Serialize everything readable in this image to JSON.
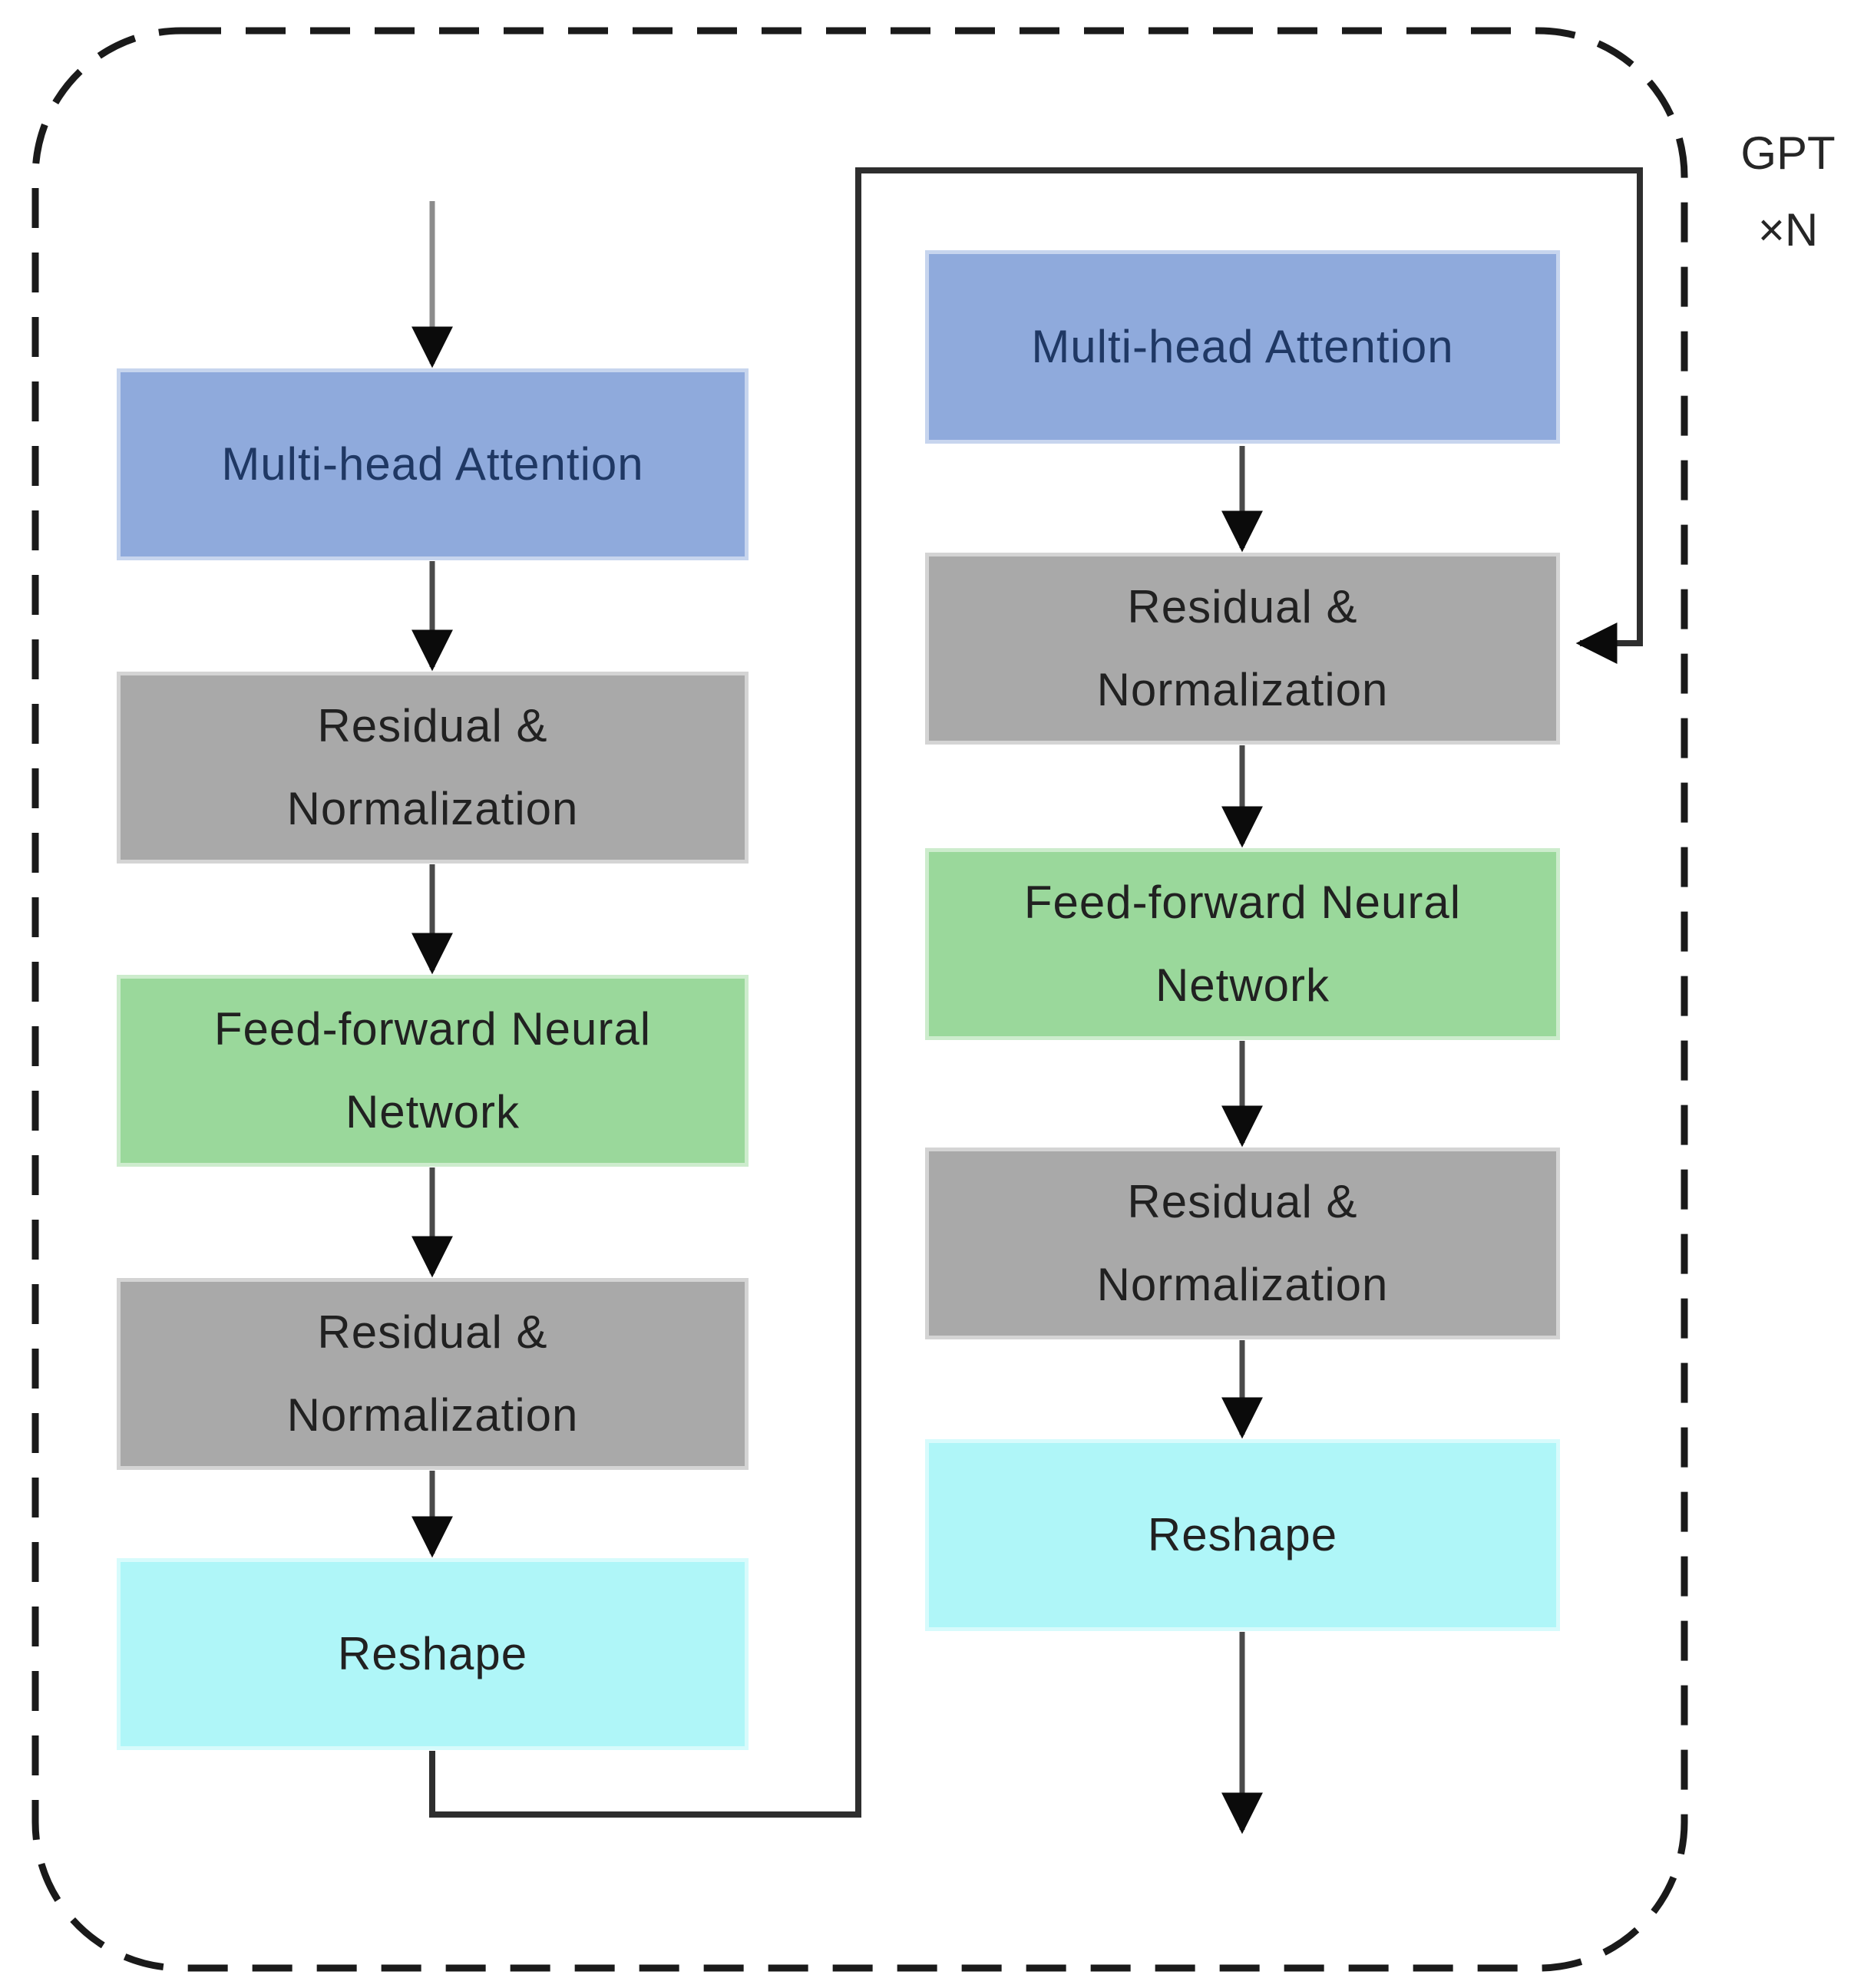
{
  "diagram": {
    "outer_label": {
      "line1": "GPT",
      "line2": "×N"
    },
    "colors": {
      "attention_fill": "#8FAADC",
      "residual_fill": "#A9A9A9",
      "ffnn_fill": "#9AD89B",
      "reshape_fill": "#AFF6F8",
      "attention_text": "#1F3864",
      "block_text": "#212121",
      "connector": "#2E2E2E",
      "arrow_shaft": "#4A4A4A",
      "input_arrow_shaft": "#8C8C8C",
      "arrow_head": "#0B0B0B",
      "dashed_border": "#1A1A1A"
    },
    "columns": [
      {
        "name": "left",
        "blocks": [
          {
            "type": "attention",
            "label": "Multi-head Attention"
          },
          {
            "type": "residual",
            "label": "Residual &\nNormalization"
          },
          {
            "type": "ffnn",
            "label": "Feed-forward Neural\nNetwork"
          },
          {
            "type": "residual",
            "label": "Residual &\nNormalization"
          },
          {
            "type": "reshape",
            "label": "Reshape"
          }
        ]
      },
      {
        "name": "right",
        "blocks": [
          {
            "type": "attention",
            "label": "Multi-head Attention"
          },
          {
            "type": "residual",
            "label": "Residual &\nNormalization"
          },
          {
            "type": "ffnn",
            "label": "Feed-forward Neural\nNetwork"
          },
          {
            "type": "residual",
            "label": "Residual &\nNormalization"
          },
          {
            "type": "reshape",
            "label": "Reshape"
          }
        ]
      }
    ]
  }
}
